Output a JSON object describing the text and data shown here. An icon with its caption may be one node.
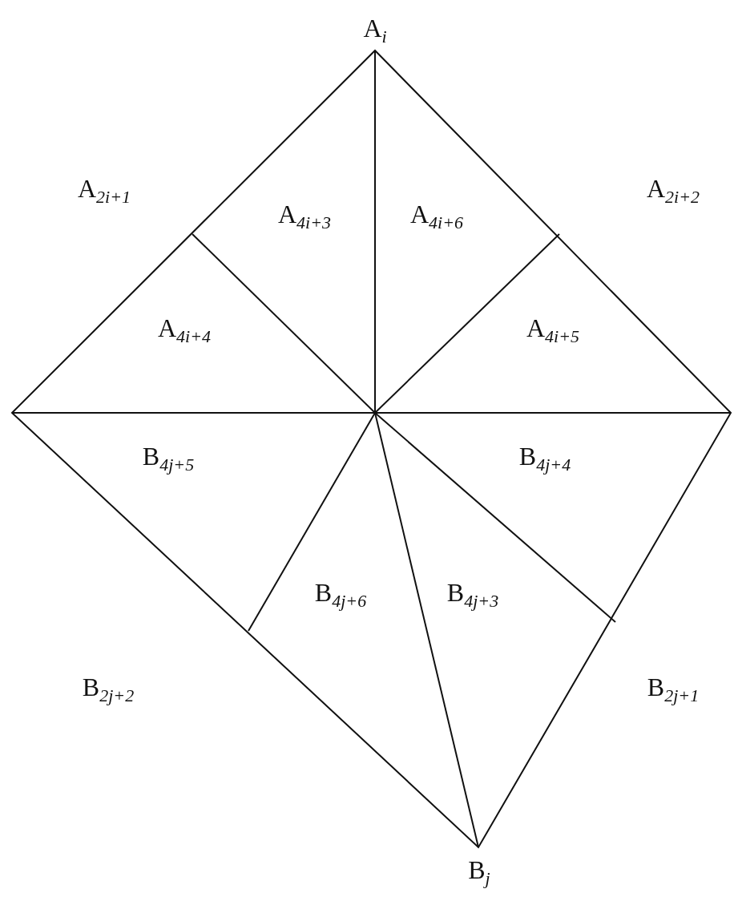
{
  "diagram": {
    "labels": [
      "A$_{i}$",
      "A$_{2i+1}$",
      "A$_{4i+3}$",
      "A$_{4i+6}$",
      "A$_{2i+2}$",
      "A$_{4i+4}$",
      "A$_{4i+5}$",
      "B$_{4j+5}$",
      "B$_{4j+4}$",
      "B$_{4j+6}$",
      "B$_{4j+3}$",
      "B$_{2j+2}$",
      "B$_{2j+1}$",
      "B$_{j}$"
    ]
  }
}
